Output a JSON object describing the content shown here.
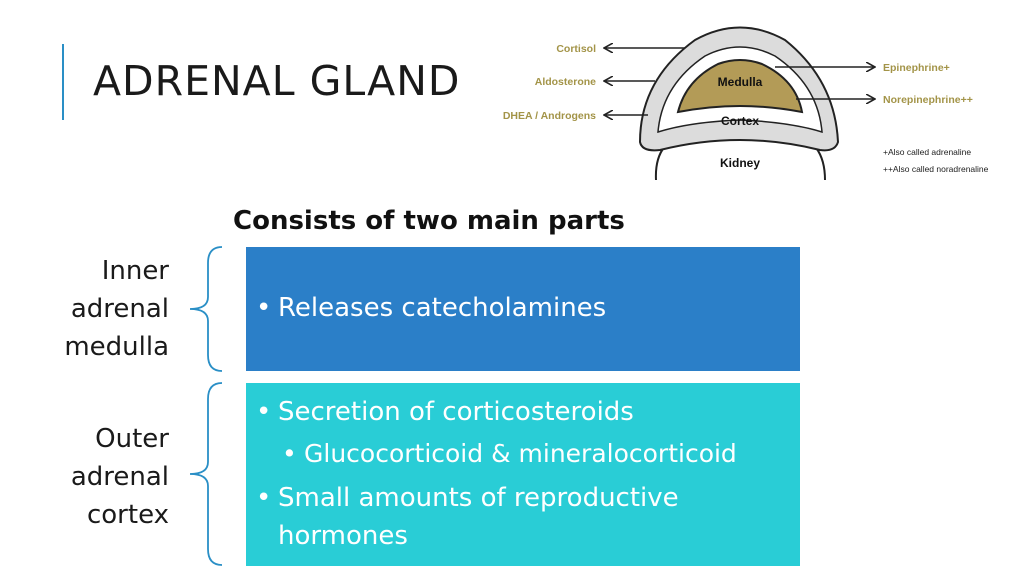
{
  "slide": {
    "title": "ADRENAL GLAND",
    "heading": "Consists of two main parts",
    "accent_color": "#2a8fc6"
  },
  "diagram": {
    "left_outputs": [
      "Cortisol",
      "Aldosterone",
      "DHEA / Androgens"
    ],
    "right_outputs": [
      "Epinephrine+",
      "Norepinephrine++"
    ],
    "regions": {
      "medulla": "Medulla",
      "cortex": "Cortex",
      "kidney": "Kidney"
    },
    "footnotes": [
      "+Also called adrenaline",
      "++Also called noradrenaline"
    ],
    "label_color": "#a39448",
    "medulla_color": "#b39b57"
  },
  "sections": {
    "inner": {
      "label_lines": [
        "Inner",
        "adrenal",
        "medulla"
      ],
      "color": "#2b7fc8",
      "bullets": [
        "Releases catecholamines"
      ]
    },
    "outer": {
      "label_lines": [
        "Outer",
        "adrenal",
        "cortex"
      ],
      "color": "#29cdd6",
      "bullet1": "Secretion of corticosteroids",
      "sub_bullet": "Glucocorticoid & mineralocorticoid",
      "bullet2_line1": "Small amounts of reproductive",
      "bullet2_line2": "hormones"
    }
  },
  "icons": {
    "bullet": "•"
  }
}
